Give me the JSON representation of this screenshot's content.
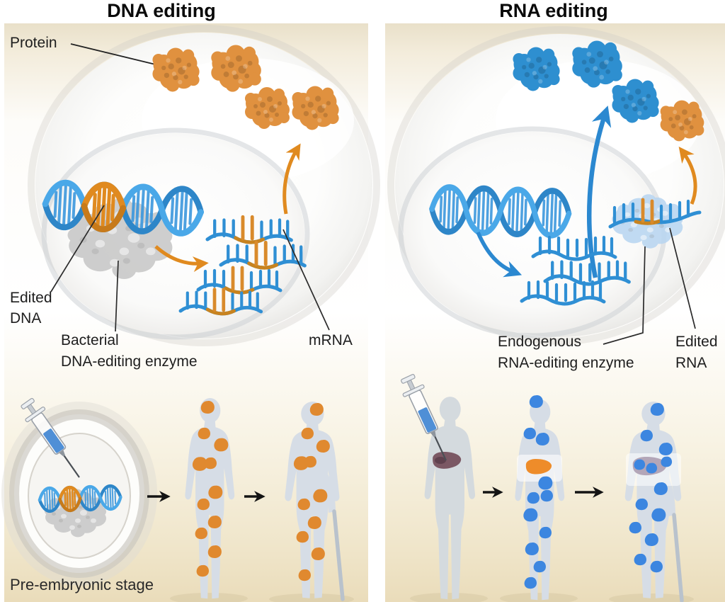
{
  "left_panel": {
    "title": "DNA editing",
    "labels": {
      "protein": "Protein",
      "edited_dna_1": "Edited",
      "edited_dna_2": "DNA",
      "enzyme_1": "Bacterial",
      "enzyme_2": "DNA-editing enzyme",
      "mrna": "mRNA",
      "stage": "Pre-embryonic stage"
    }
  },
  "right_panel": {
    "title": "RNA editing",
    "labels": {
      "enzyme_1": "Endogenous",
      "enzyme_2": "RNA-editing enzyme",
      "edited_rna_1": "Edited",
      "edited_rna_2": "RNA"
    }
  },
  "colors": {
    "title_text": "#0a0a0a",
    "label_text": "#1e1e1e",
    "orange_protein": "#e0913f",
    "blue_protein": "#2e8fd0",
    "dna_blue": "#3b97dd",
    "edit_orange": "#dd8a25",
    "bacterial_enzyme_gray": "#c6c6c6",
    "rna_enzyme_light_blue": "#b7d5f1",
    "silhouette_gray_blue": "#d6dde6",
    "tissue_spot_blue": "#3c86e0",
    "liver_dark": "#7b5864",
    "liver_orange": "#ee8c2a",
    "liver_pale": "#b3a6b8",
    "panel_beige": "#ece3cc",
    "syringe_liquid_blue": "#4f8fd6"
  }
}
